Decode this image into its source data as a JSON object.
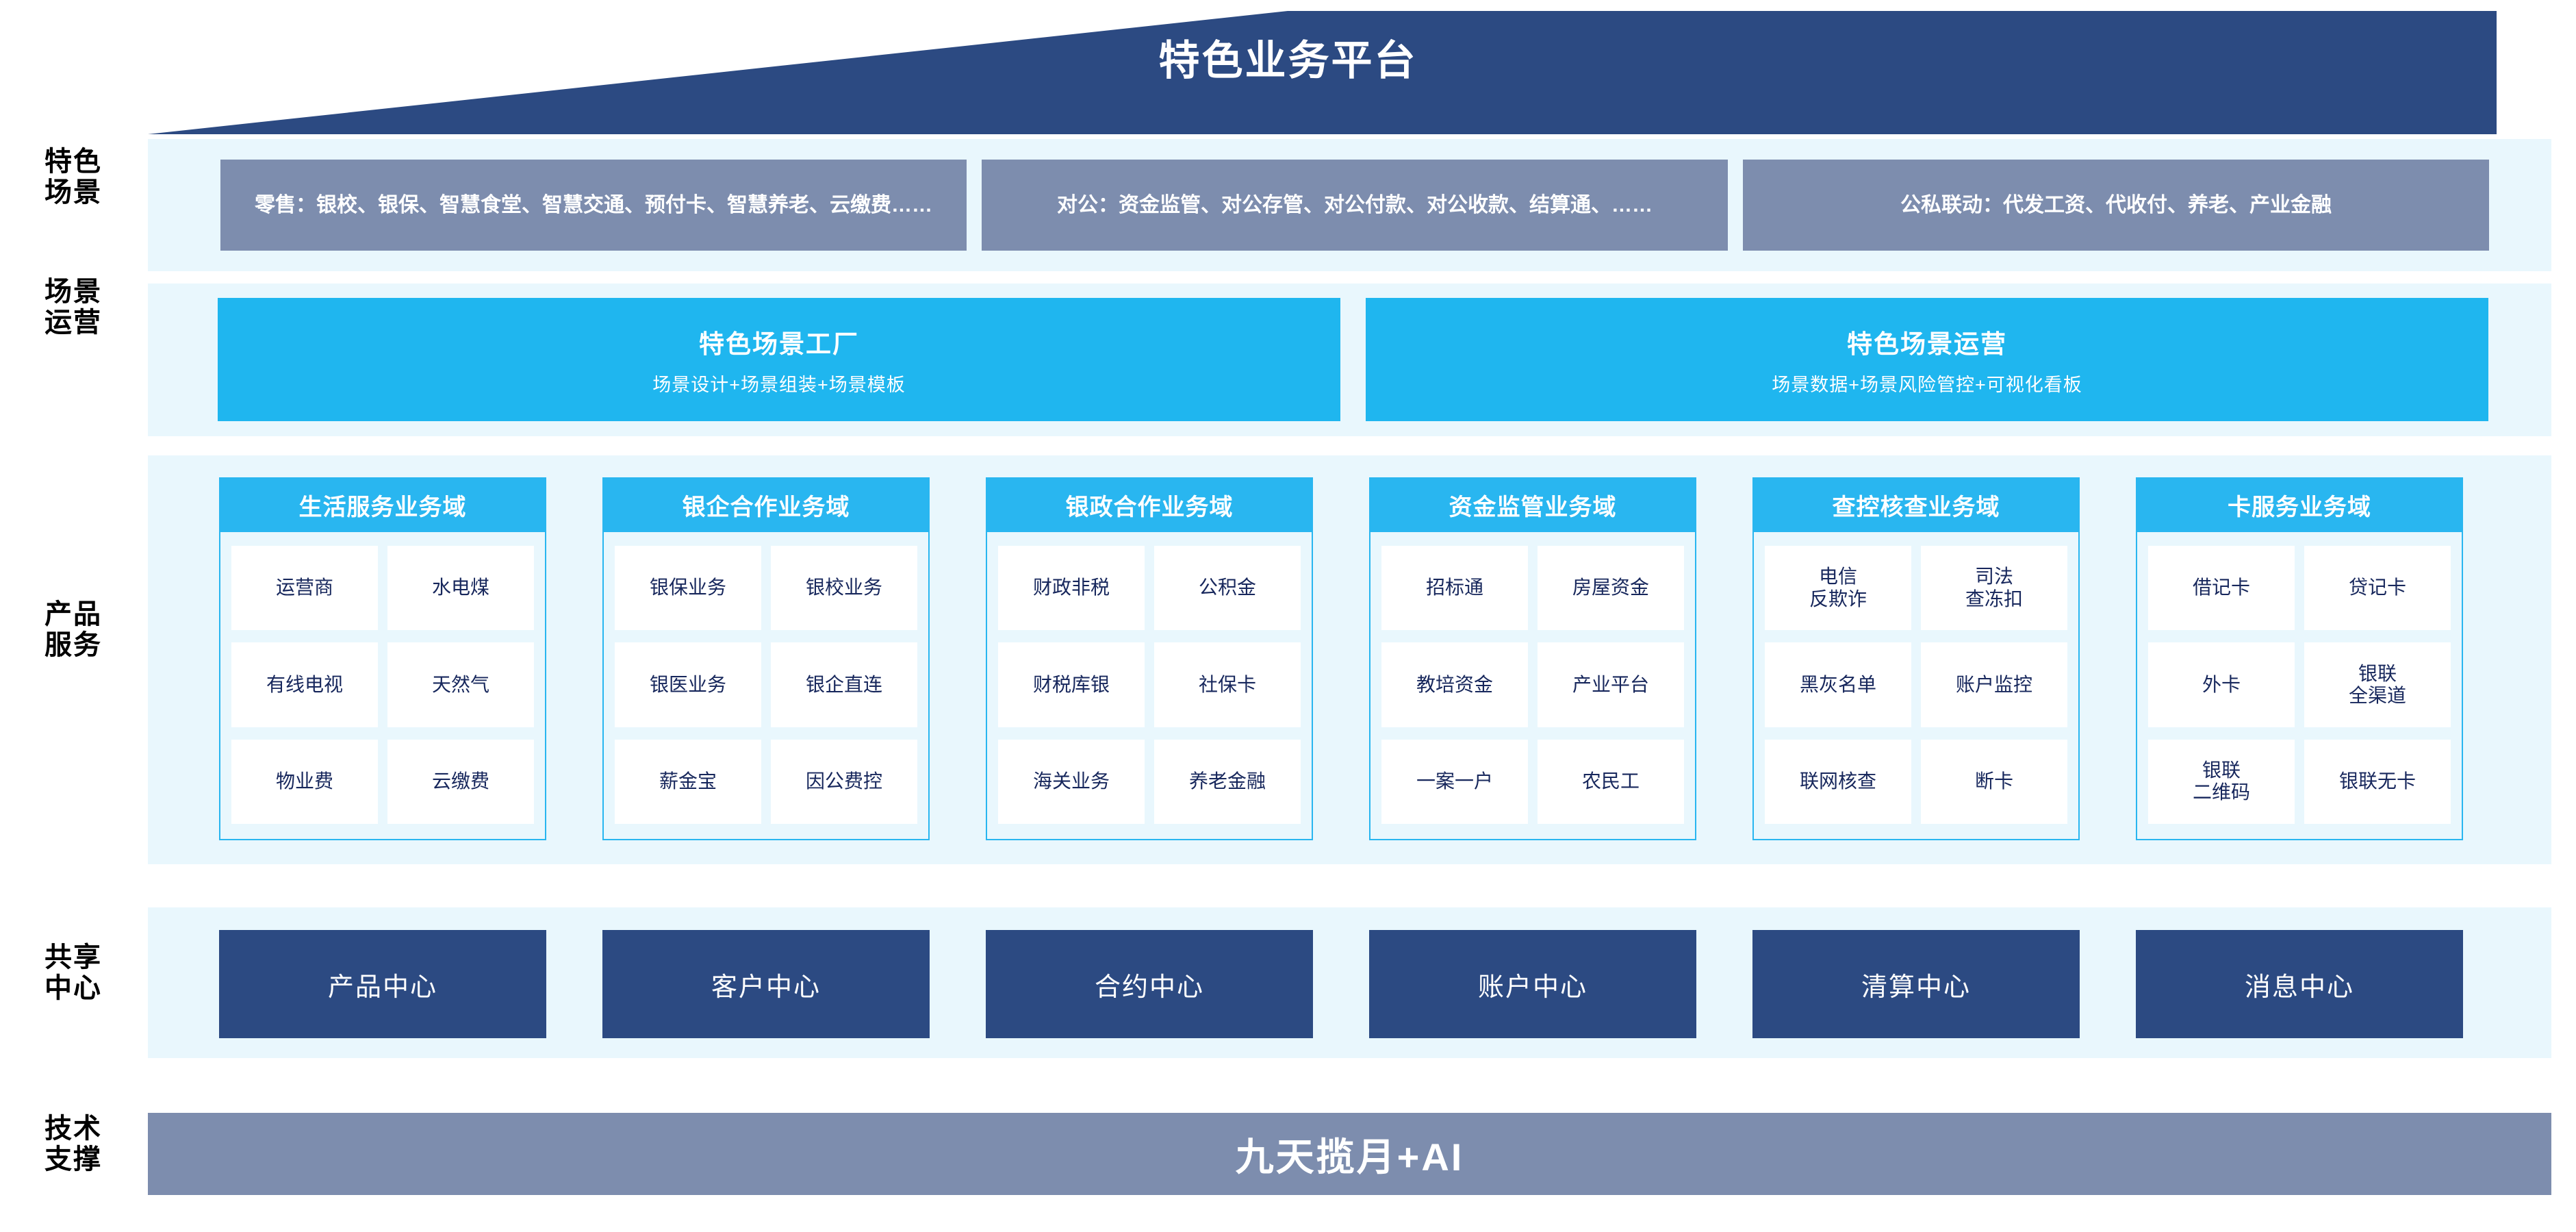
{
  "header": {
    "title": "特色业务平台",
    "roof_color": "#2c4a82"
  },
  "rows": {
    "scene_label": "特色\n场景",
    "operation_label": "场景\n运营",
    "product_label": "产品\n服务",
    "center_label": "共享\n中心",
    "tech_label": "技术\n支撑"
  },
  "scenes": {
    "items": [
      {
        "text": "零售：银校、银保、智慧食堂、智慧交通、预付卡、智慧养老、云缴费……"
      },
      {
        "text": "对公：资金监管、对公存管、对公付款、对公收款、结算通、……"
      },
      {
        "text": "公私联动：代发工资、代收付、养老、产业金融"
      }
    ],
    "box_color": "#7d8dae"
  },
  "operations": {
    "items": [
      {
        "title": "特色场景工厂",
        "subtitle": "场景设计+场景组装+场景模板"
      },
      {
        "title": "特色场景运营",
        "subtitle": "场景数据+场景风险管控+可视化看板"
      }
    ],
    "box_color": "#1fb6ef"
  },
  "domains": {
    "header_color": "#29b6f0",
    "body_color": "#e9f7fd",
    "tile_text_color": "#17275c",
    "cards": [
      {
        "title": "生活服务业务域",
        "tiles": [
          "运营商",
          "水电煤",
          "有线电视",
          "天然气",
          "物业费",
          "云缴费"
        ]
      },
      {
        "title": "银企合作业务域",
        "tiles": [
          "银保业务",
          "银校业务",
          "银医业务",
          "银企直连",
          "薪金宝",
          "因公费控"
        ]
      },
      {
        "title": "银政合作业务域",
        "tiles": [
          "财政非税",
          "公积金",
          "财税库银",
          "社保卡",
          "海关业务",
          "养老金融"
        ]
      },
      {
        "title": "资金监管业务域",
        "tiles": [
          "招标通",
          "房屋资金",
          "教培资金",
          "产业平台",
          "一案一户",
          "农民工"
        ]
      },
      {
        "title": "查控核查业务域",
        "tiles": [
          "电信\n反欺诈",
          "司法\n查冻扣",
          "黑灰名单",
          "账户监控",
          "联网核查",
          "断卡"
        ]
      },
      {
        "title": "卡服务业务域",
        "tiles": [
          "借记卡",
          "贷记卡",
          "外卡",
          "银联\n全渠道",
          "银联\n二维码",
          "银联无卡"
        ]
      }
    ]
  },
  "centers": {
    "box_color": "#2c4a82",
    "items": [
      "产品中心",
      "客户中心",
      "合约中心",
      "账户中心",
      "清算中心",
      "消息中心"
    ]
  },
  "tech": {
    "label": "九天揽月+AI",
    "bar_color": "#7d8dae"
  }
}
